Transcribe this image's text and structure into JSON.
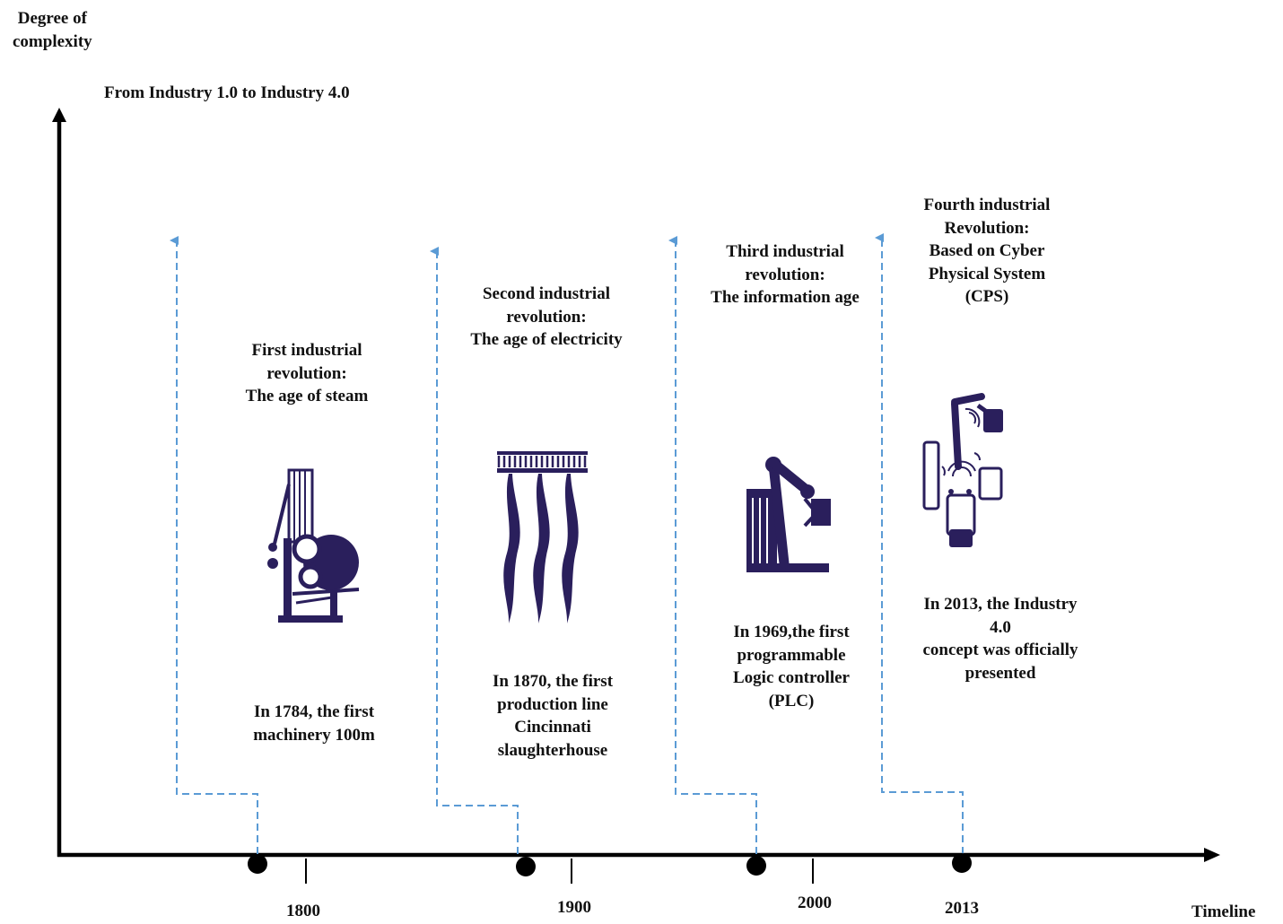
{
  "axes": {
    "y_label": [
      "Degree of",
      "complexity"
    ],
    "x_label": "Timeline",
    "title": "From Industry 1.0 to Industry 4.0"
  },
  "ticks": [
    "1800",
    "1900",
    "2000",
    "2013"
  ],
  "revolutions": [
    {
      "heading": [
        "First industrial",
        "revolution:",
        "The age of steam"
      ],
      "event": [
        "In 1784, the first",
        "machinery 100m"
      ],
      "icon": "steam-loom-icon"
    },
    {
      "heading": [
        "Second industrial",
        "revolution:",
        "The age of electricity"
      ],
      "event": [
        "In 1870, the first",
        "production line",
        "Cincinnati",
        "slaughterhouse"
      ],
      "icon": "assembly-line-icon"
    },
    {
      "heading": [
        "Third industrial",
        "revolution:",
        "The information age"
      ],
      "event": [
        "In 1969,the first",
        "programmable",
        "Logic controller",
        "(PLC)"
      ],
      "icon": "robot-arm-icon"
    },
    {
      "heading": [
        "Fourth industrial",
        "Revolution:",
        "Based on Cyber",
        "Physical System",
        "(CPS)"
      ],
      "event": [
        "In 2013, the Industry",
        "4.0",
        "concept was officially",
        "presented"
      ],
      "icon": "cyber-physical-icon"
    }
  ],
  "colors": {
    "axis": "#000000",
    "dashed_arrow": "#5b9bd5",
    "icon": "#2a1f5c",
    "text": "#111111"
  }
}
